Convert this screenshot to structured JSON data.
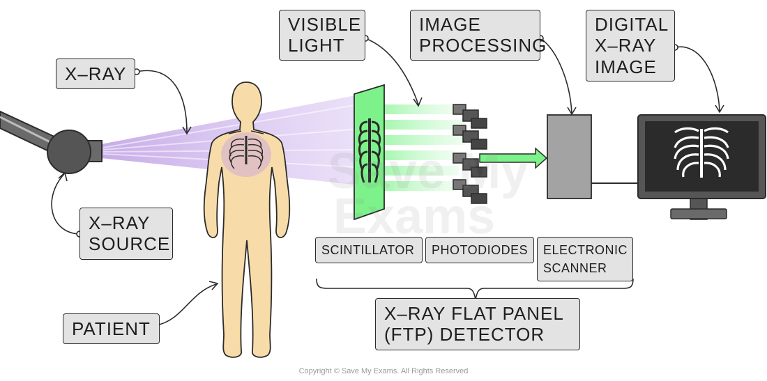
{
  "labels": {
    "xray": "X–RAY",
    "xray_source": "X–RAY\nSOURCE",
    "patient": "PATIENT",
    "visible_light": "VISIBLE\nLIGHT",
    "image_processing": "IMAGE\nPROCESSING",
    "digital_image": "DIGITAL\nX–RAY\nIMAGE",
    "scintillator": "SCINTILLATOR",
    "photodiodes": "PHOTODIODES",
    "electronic_scanner": "ELECTRONIC\nSCANNER",
    "ftp_detector": "X–RAY FLAT PANEL\n(FTP) DETECTOR"
  },
  "watermark": {
    "line1": "Save My",
    "line2": "Exams"
  },
  "copyright": "Copyright © Save My Exams. All Rights Reserved",
  "colors": {
    "xray_beam": "#c7a6e8",
    "visible_light": "#7df28a",
    "skin": "#f7dcaa",
    "tag_fill": "#e3e3e3",
    "scanner_fill": "#a3a3a3",
    "monitor_frame": "#565656",
    "monitor_screen": "#2b2b2b"
  }
}
